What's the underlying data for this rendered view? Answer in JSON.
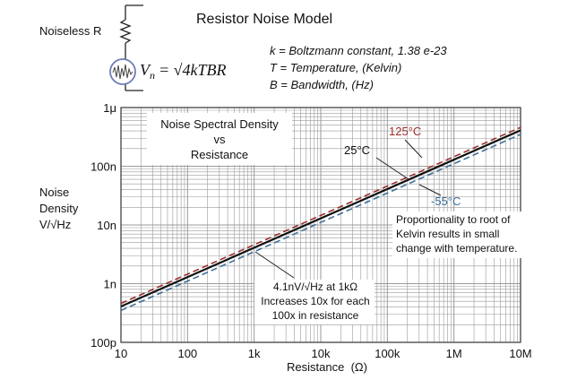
{
  "header": {
    "title": "Resistor Noise Model",
    "resistor_label": "Noiseless  R",
    "formula": "V_n = √4kTBR",
    "formula_lhs": "V",
    "formula_sub": "n",
    "formula_rhs": "= √4kTBR",
    "legend_lines": [
      "k = Boltzmann constant,  1.38 e-23",
      "T = Temperature, (Kelvin)",
      "B = Bandwidth, (Hz)"
    ]
  },
  "colors": {
    "series_25C": "#111111",
    "series_125C": "#9b2d2d",
    "series_minus55C": "#3d6f9a",
    "grid": "#9a9a9a",
    "source_circle": "#6f7cb3"
  },
  "chart_data": {
    "type": "line",
    "scale": "log-log",
    "grid": true,
    "title": "Noise Spectral Density vs Resistance",
    "title_lines": [
      "Noise Spectral Density",
      "vs",
      "Resistance"
    ],
    "xlabel": "Resistance  (Ω)",
    "ylabel_lines": [
      "Noise",
      "Density",
      "V/√Hz"
    ],
    "xlim": [
      10,
      10000000
    ],
    "ylim": [
      1e-10,
      1e-06
    ],
    "x_ticks": [
      10,
      100,
      1000,
      10000,
      100000,
      1000000,
      10000000
    ],
    "x_tick_labels": [
      "10",
      "100",
      "1k",
      "10k",
      "100k",
      "1M",
      "10M"
    ],
    "y_ticks": [
      1e-10,
      1e-09,
      1e-08,
      1e-07,
      1e-06
    ],
    "y_tick_labels": [
      "100p",
      "1n",
      "10n",
      "100n",
      "1μ"
    ],
    "series": [
      {
        "name": "125°C",
        "x": [
          10,
          10000000
        ],
        "y": [
          4.6e-10,
          4.6e-07
        ]
      },
      {
        "name": "25°C",
        "x": [
          10,
          10000000
        ],
        "y": [
          4.1e-10,
          4.1e-07
        ]
      },
      {
        "name": "-55°C",
        "x": [
          10,
          10000000
        ],
        "y": [
          3.5e-10,
          3.5e-07
        ]
      }
    ],
    "annotations": [
      {
        "lines": [
          "4.1nV/√Hz at 1kΩ",
          "Increases 10x for each",
          "100x in resistance"
        ]
      },
      {
        "lines": [
          "Proportionality to root of",
          "Kelvin results in small",
          "change with temperature."
        ]
      }
    ]
  }
}
